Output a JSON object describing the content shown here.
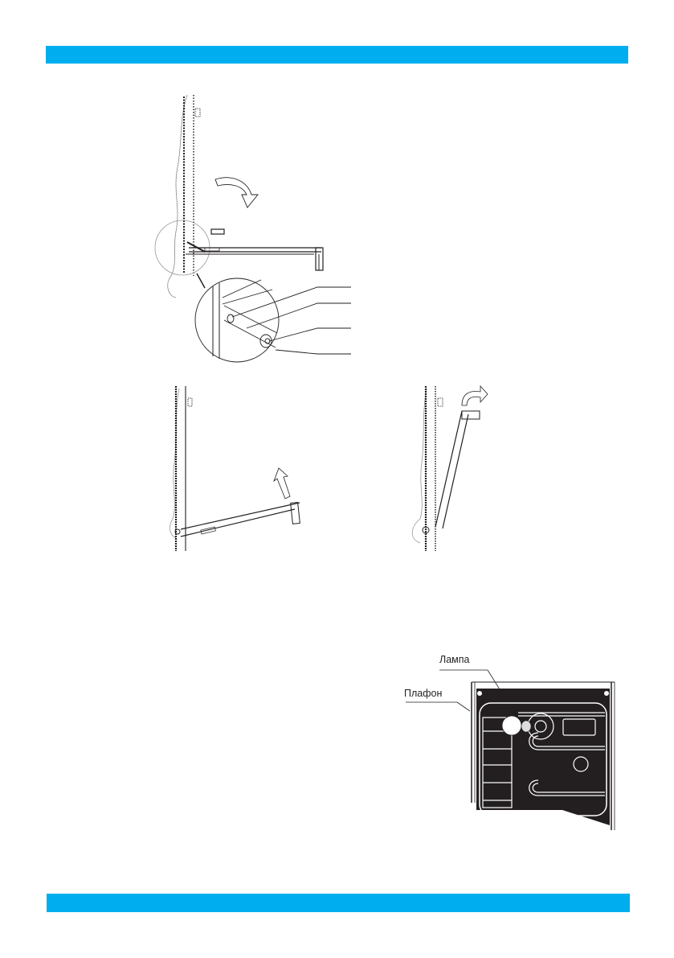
{
  "page": {
    "accent_color": "#00adee",
    "background": "#ffffff",
    "line_color": "#231f20"
  },
  "header_band": {
    "color": "#00adee"
  },
  "footer_band": {
    "color": "#00adee"
  },
  "figures": {
    "door_open_with_detail": {
      "arrow_icon": "curved-arrow-down-icon",
      "callout_lines": 4
    },
    "door_lifting": {
      "arrow_icon": "arrow-up-icon"
    },
    "door_removed": {
      "arrow_icon": "curved-arrow-right-icon"
    },
    "oven_interior": {
      "labels": {
        "lamp": "Лампа",
        "lamp_cover": "Плафон"
      }
    }
  }
}
